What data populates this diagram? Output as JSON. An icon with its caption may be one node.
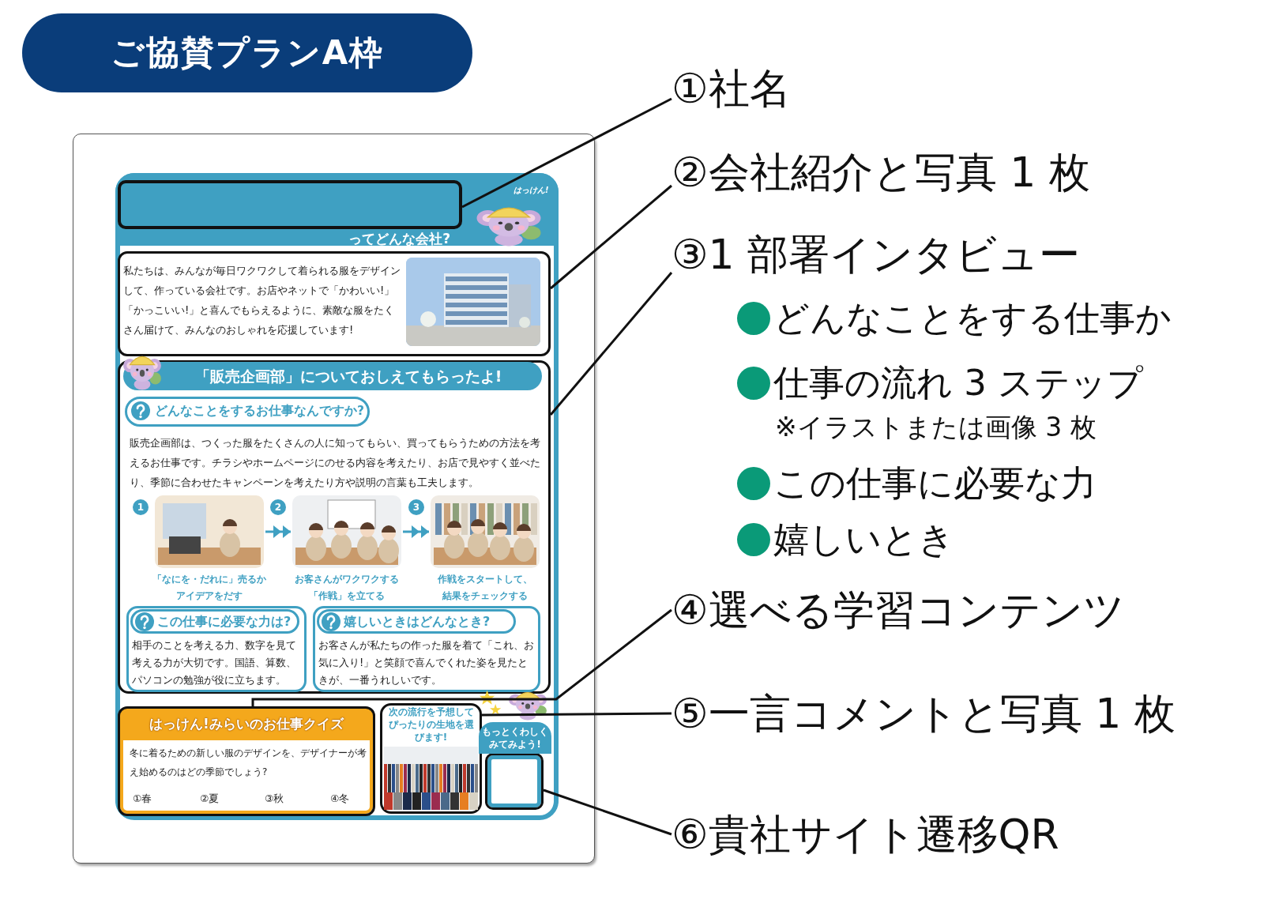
{
  "diagram": {
    "nodes": [
      {
        "text": [
          "ご協賛プランA枠"
        ]
      },
      {
        "text": [],
        "shape": "box"
      },
      {
        "text": [
          "ってどんな会社?"
        ],
        "in": 1
      },
      {
        "text": [],
        "shape": "box",
        "in": 2
      },
      {
        "text": [
          "私たちは、みんなが毎日ワクワクして着られる服をデザインして、作っている会社です。お店やネットで「かわいい!」「かっこいい!」と喜んでもらえるように、素敵な服をたくさん届けて、みんなのおしゃれを応援しています!"
        ],
        "in": 2
      },
      {
        "text": [],
        "shape": "picture",
        "in": 4
      },
      {
        "text": [
          "「販売企画部」についておしえてもらったよ!",
          "販売企画部は、つくった服をたくさんの人に知ってもらい、買ってもらうための方法を考えるお仕事です。チラシやホームページにのせる内容を考えたり、お店で見やすく並べたり、季節に合わせたキャンペーンを考えたり方や説明の言葉も工夫します。"
        ],
        "in": 2
      },
      {
        "text": [
          "どんなことをするお仕事なんですか?"
        ],
        "in": 6
      },
      {
        "text": [
          "「なにを・だれに」売るかアイデアをだす"
        ],
        "beside": [
          "1"
        ],
        "in": 6
      },
      {
        "text": [
          "お客さんがワクワクする「作戦」を立てる"
        ],
        "beside": [
          "2"
        ],
        "in": 6
      },
      {
        "text": [
          "作戦をスタートして、結果をチェックする"
        ],
        "beside": [
          "3"
        ],
        "in": 6
      },
      {
        "text": [
          "この仕事に必要な力は?",
          "相手のことを考える力、数字を見て考える力が大切です。国語、算数、パソコンの勉強が役に立ちます。"
        ],
        "in": 6
      },
      {
        "text": [
          "嬉しいときはどんなとき?",
          "お客さんが私たちの作った服を着て「これ、お気に入り!」と笑顔で喜んでくれた姿を見たときが、一番うれしいです。"
        ],
        "in": 6
      },
      {
        "text": [
          "はっけん!みらいのお仕事クイズ",
          "冬に着るための新しい服のデザインを、デザイナーが考え始めるのはどの季節でしょう?",
          "①春",
          "②夏",
          "③秋",
          "④冬"
        ],
        "in": 2
      },
      {
        "text": [
          "次の流行を予想してぴったりの生地を選びます!"
        ],
        "in": 2
      },
      {
        "text": [],
        "shape": "box",
        "beside": [
          "もっとくわしくみてみよう!"
        ],
        "in": 2
      },
      {
        "text": [
          "①社名"
        ]
      },
      {
        "text": [
          "②会社紹介と写真 1 枚"
        ]
      },
      {
        "text": [
          "③1 部署インタビュー",
          "どんなことをする仕事か",
          "仕事の流れ 3 ステップ",
          "※イラストまたは画像 3 枚",
          "この仕事に必要な力",
          "嬉しいとき"
        ]
      },
      {
        "text": [
          "④選べる学習コンテンツ"
        ]
      },
      {
        "text": [
          "⑤一言コメントと写真 1 枚"
        ]
      },
      {
        "text": [
          "⑥貴社サイト遷移QR"
        ]
      }
    ],
    "edges": [
      {
        "from": 16,
        "to": 3,
        "arrow": "none"
      },
      {
        "from": 17,
        "to": 4,
        "arrow": "none"
      },
      {
        "from": 18,
        "to": 6,
        "arrow": "none"
      },
      {
        "from": 19,
        "to": 13,
        "arrow": "none"
      },
      {
        "from": 20,
        "to": 14,
        "arrow": "none"
      },
      {
        "from": 21,
        "to": 15,
        "arrow": "none"
      },
      {
        "from": 8,
        "to": 9,
        "arrow": "to",
        "color": "#3fa0c2"
      },
      {
        "from": 9,
        "to": 10,
        "arrow": "to",
        "color": "#3fa0c2"
      }
    ],
    "labels": [
      "はっけん!"
    ]
  }
}
